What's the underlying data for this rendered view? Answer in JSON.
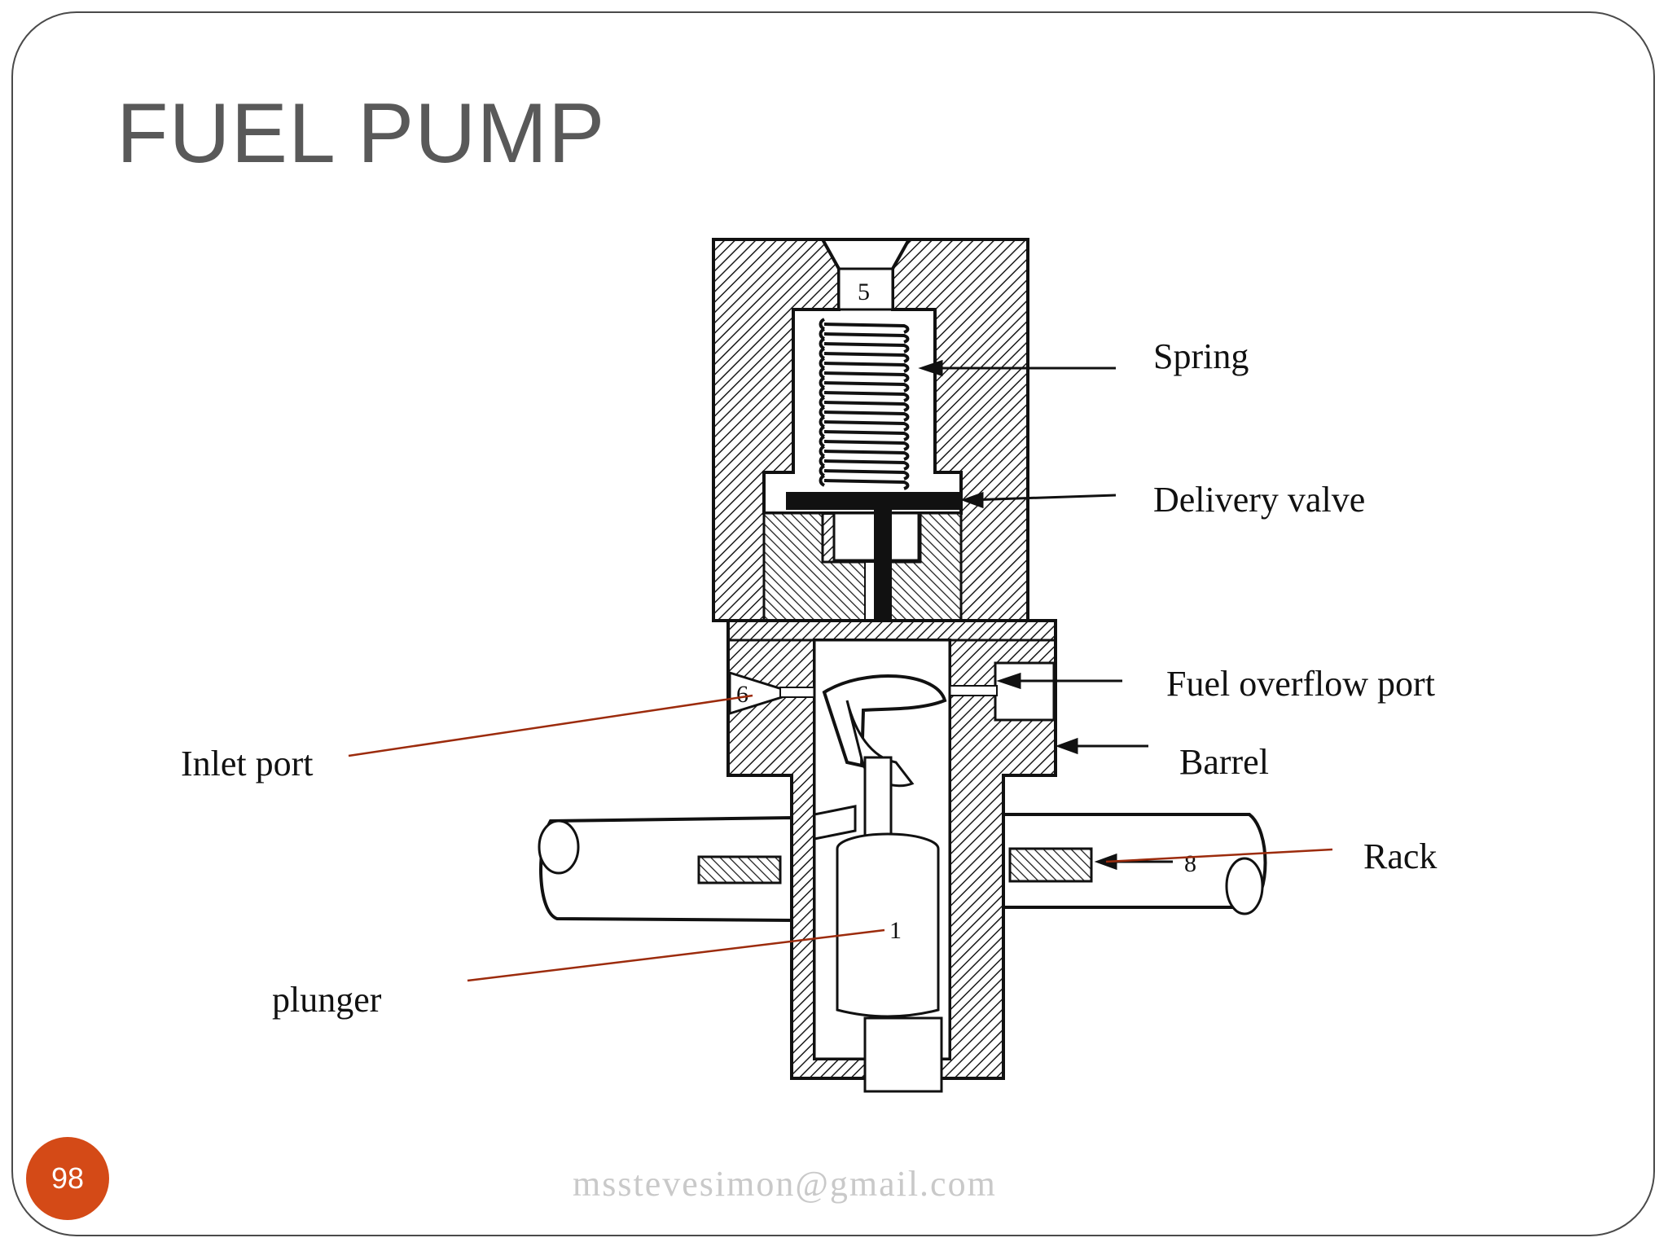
{
  "slide": {
    "title": "FUEL PUMP",
    "page_number": "98",
    "footer_email": "mssteve­simon@gmail.com"
  },
  "diagram": {
    "numbers": {
      "n5": "5",
      "n6": "6",
      "n8": "8",
      "n1": "1"
    },
    "labels": {
      "spring": "Spring",
      "delivery_valve": "Delivery valve",
      "fuel_overflow_port": "Fuel overflow port",
      "barrel": "Barrel",
      "rack": "Rack",
      "inlet_port": "Inlet port",
      "plunger": "plunger"
    }
  },
  "colors": {
    "title": "#595959",
    "badge": "#d44a17",
    "leader_red": "#9c2b0c",
    "footer": "#c9c9c9"
  }
}
